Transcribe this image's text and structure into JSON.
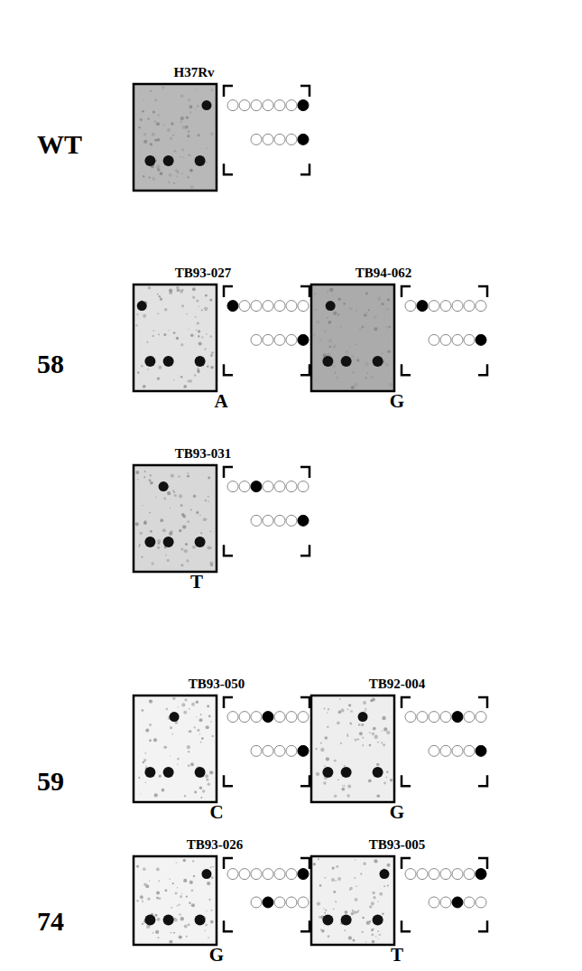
{
  "diagram": {
    "nodes": [
      {
        "text": [
          "H37Rv"
        ]
      },
      {
        "text": [
          "TB93-027",
          "A"
        ]
      },
      {
        "text": [
          "TB94-062",
          "G"
        ]
      },
      {
        "text": [
          "TB93-031",
          "T"
        ]
      },
      {
        "text": [
          "TB93-050",
          "C"
        ]
      },
      {
        "text": [
          "TB92-004",
          "G"
        ]
      },
      {
        "text": [
          "TB93-026",
          "G"
        ]
      },
      {
        "text": [
          "TB93-005",
          "T"
        ]
      }
    ],
    "labels": [
      "WT",
      "58",
      "59",
      "74"
    ]
  }
}
